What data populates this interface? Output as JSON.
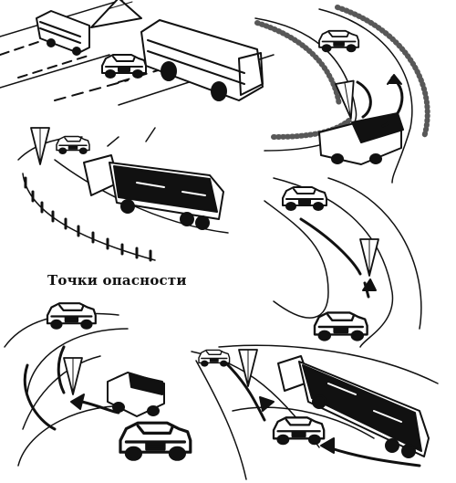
{
  "caption": "Точки опасности",
  "colors": {
    "ink": "#111111",
    "paper": "#ffffff"
  },
  "scenes": [
    {
      "name": "highway-overtake",
      "icons": [
        "bus-icon",
        "car-icon",
        "danger-arrow-icon"
      ]
    },
    {
      "name": "curve-oncoming",
      "icons": [
        "car-icon",
        "truck-icon",
        "danger-arrow-icon"
      ]
    },
    {
      "name": "curve-truck",
      "icons": [
        "car-icon",
        "trailer-truck-icon",
        "danger-arrow-icon"
      ]
    },
    {
      "name": "serpentine",
      "icons": [
        "car-icon",
        "danger-arrow-icon"
      ]
    },
    {
      "name": "curve-left",
      "icons": [
        "car-icon",
        "truck-icon",
        "danger-arrow-icon"
      ]
    },
    {
      "name": "road-junction",
      "icons": [
        "car-icon",
        "trailer-truck-icon",
        "danger-arrow-icon"
      ]
    }
  ]
}
